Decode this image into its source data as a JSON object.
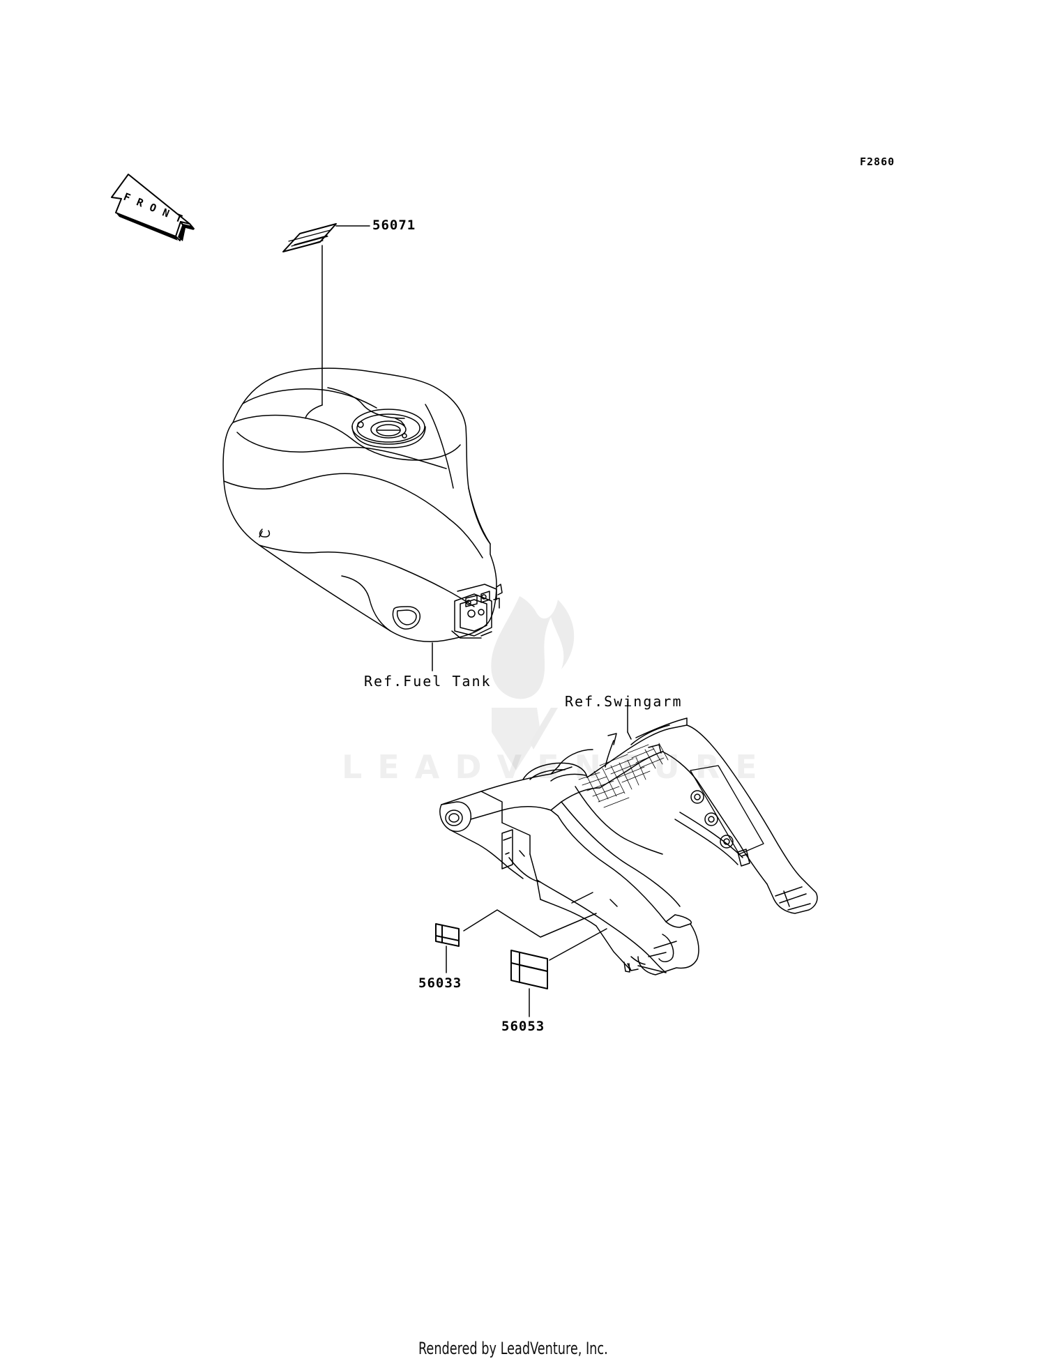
{
  "diagram": {
    "figure_code": "F2860",
    "front_indicator": "FRONT",
    "references": {
      "fuel_tank": "Ref.Fuel Tank",
      "swingarm": "Ref.Swingarm"
    },
    "parts": [
      {
        "number": "56071"
      },
      {
        "number": "56033"
      },
      {
        "number": "56053"
      }
    ],
    "watermark": "LEADVENTURE",
    "footer": "Rendered by LeadVenture, Inc."
  },
  "colors": {
    "line": "#000000",
    "background": "#ffffff",
    "watermark": "#e8e8e8"
  }
}
